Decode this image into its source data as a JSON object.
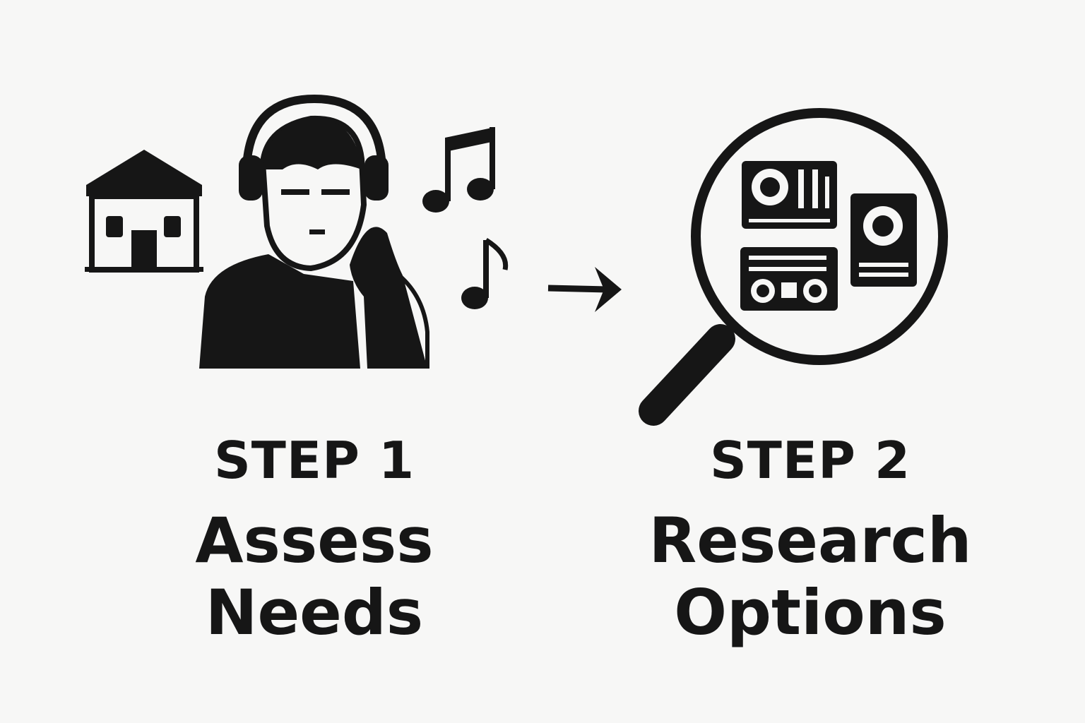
{
  "steps": [
    {
      "label": "STEP 1",
      "title_line1": "Assess",
      "title_line2": "Needs",
      "icon": "person-with-headphones-icon"
    },
    {
      "label": "STEP 2",
      "title_line1": "Research",
      "title_line2": "Options",
      "icon": "magnifier-over-dj-equipment-icon"
    }
  ],
  "colors": {
    "background": "#f7f7f6",
    "ink": "#161616"
  }
}
